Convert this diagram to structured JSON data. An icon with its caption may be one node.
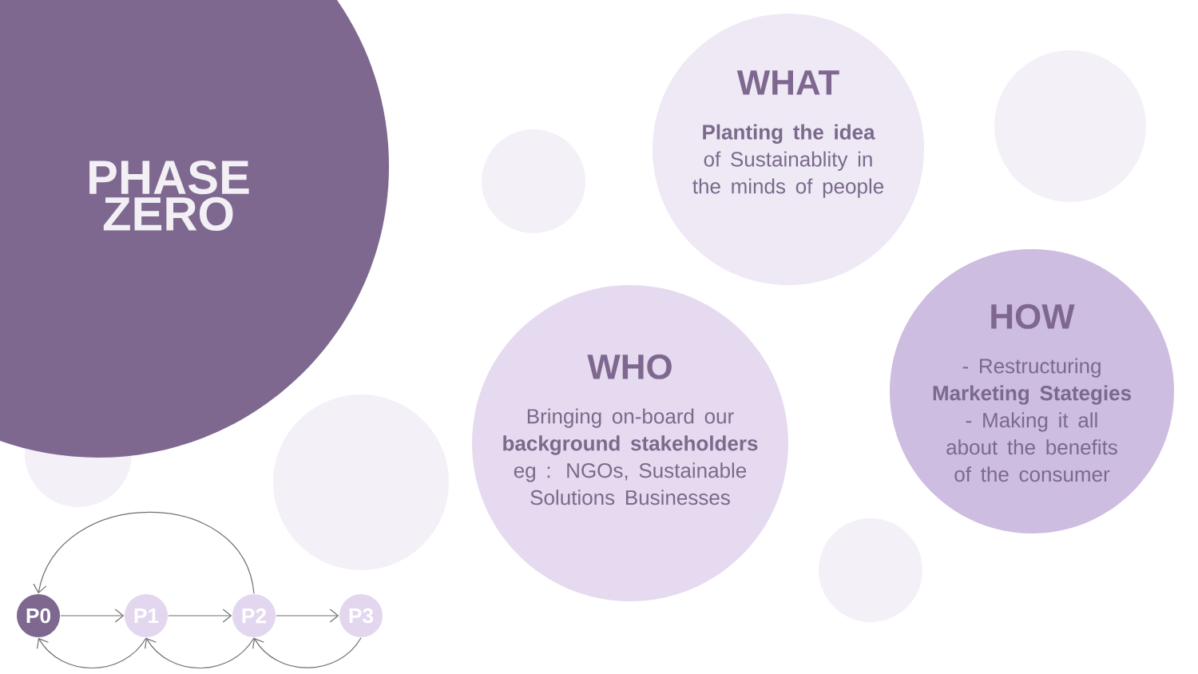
{
  "diagram": {
    "nodes": [
      {
        "text": [
          "PHASE ZERO"
        ]
      },
      {
        "text": [
          "WHAT",
          "**Planting the idea** of Sustainablity in the minds of people"
        ]
      },
      {
        "text": [
          "WHO",
          "Bringing on-board our **background stakeholders** eg : NGOs, Sustainable Solutions Businesses"
        ]
      },
      {
        "text": [
          "HOW",
          "- Restructuring **Marketing Stategies** - Making it all about the benefits of the consumer"
        ]
      },
      {
        "text": [],
        "shape": "circle"
      },
      {
        "text": [],
        "shape": "circle"
      },
      {
        "text": [],
        "shape": "circle"
      },
      {
        "text": [],
        "shape": "circle"
      },
      {
        "text": [],
        "shape": "circle"
      },
      {
        "text": [
          "P0"
        ]
      },
      {
        "text": [
          "P1"
        ]
      },
      {
        "text": [
          "P2"
        ]
      },
      {
        "text": [
          "P3"
        ]
      }
    ],
    "edges": [
      {
        "from": 9,
        "to": 10,
        "arrow": "to"
      },
      {
        "from": 10,
        "to": 11,
        "arrow": "to"
      },
      {
        "from": 11,
        "to": 12,
        "arrow": "to"
      },
      {
        "from": 11,
        "to": 9,
        "arrow": "to"
      },
      {
        "from": 10,
        "to": 9,
        "arrow": "to"
      },
      {
        "from": 11,
        "to": 10,
        "arrow": "to"
      },
      {
        "from": 12,
        "to": 11,
        "arrow": "to"
      }
    ]
  }
}
